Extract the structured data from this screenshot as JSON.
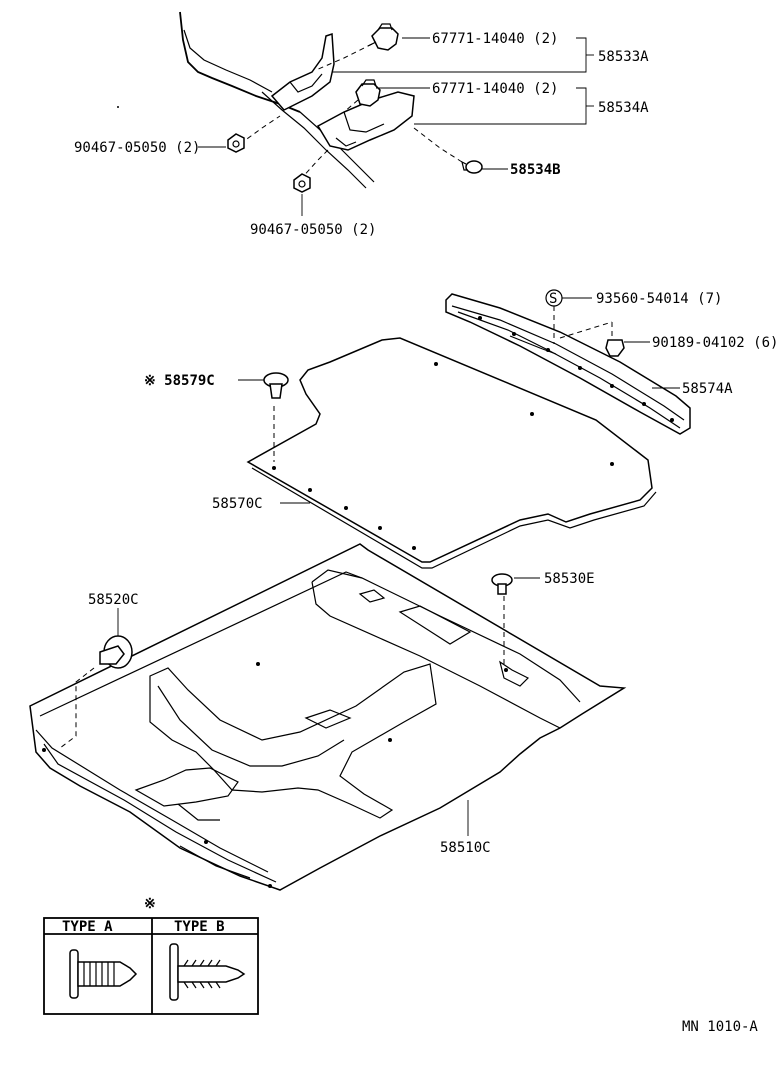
{
  "diagram": {
    "callouts": {
      "c67771_a": "67771-14040 (2)",
      "c67771_b": "67771-14040 (2)",
      "c58533A": "58533A",
      "c58534A": "58534A",
      "c90467_a": "90467-05050 (2)",
      "c58534B": "58534B",
      "c90467_b": "90467-05050 (2)",
      "c93560": "93560-54014 (7)",
      "c90189": "90189-04102 (6)",
      "c58574A": "58574A",
      "c58579C": "※ 58579C",
      "c58570C": "58570C",
      "c58530E": "58530E",
      "c58520C": "58520C",
      "c58510C": "58510C"
    },
    "s_symbol": "S",
    "note_mark": "※",
    "types": {
      "type_a": "TYPE A",
      "type_b": "TYPE B"
    },
    "figure_code": "MN  1010-A"
  }
}
